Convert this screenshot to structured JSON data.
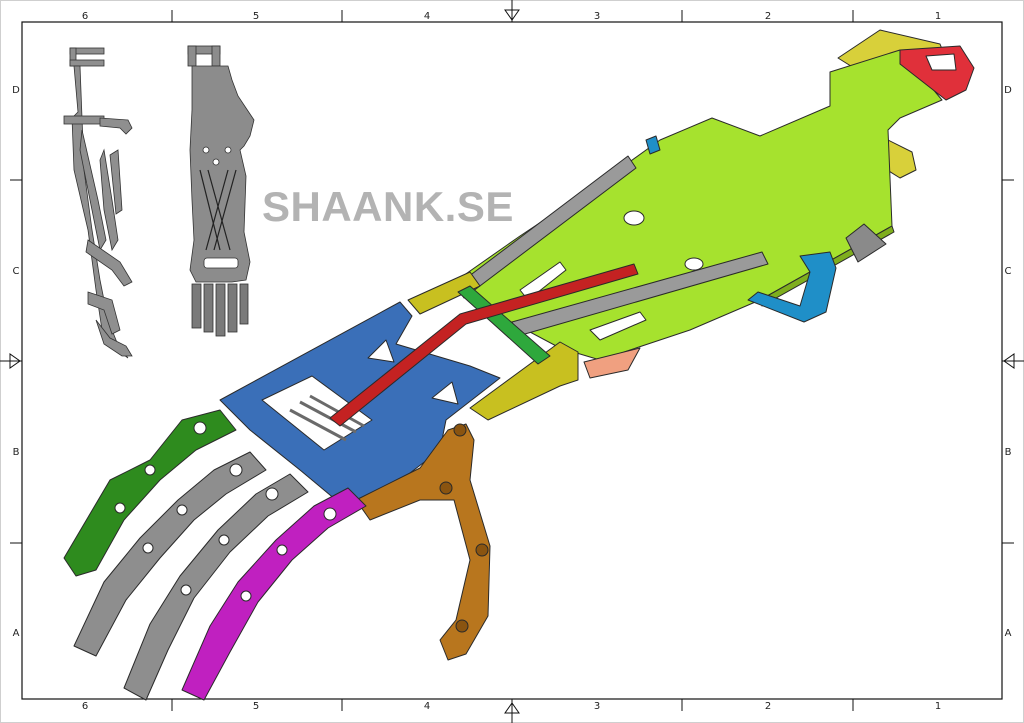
{
  "sheet": {
    "column_labels_top": [
      "6",
      "5",
      "4",
      "3",
      "2",
      "1"
    ],
    "column_labels_bottom": [
      "6",
      "5",
      "4",
      "3",
      "2",
      "1"
    ],
    "row_labels_left": [
      "D",
      "C",
      "B",
      "A"
    ],
    "row_labels_right": [
      "D",
      "C",
      "B",
      "A"
    ]
  },
  "watermark": "SHAANK.SE",
  "colors": {
    "forearm_plate": "#a6e22e",
    "palm_plate": "#3a6fb8",
    "linkage_gray": "#9a9a9a",
    "index_finger": "#2e8b1e",
    "ring_finger": "#c020c0",
    "thumb": "#b8761e",
    "wrist_link": "#c8c020",
    "red_rod": "#c42222",
    "green_bracket": "#2ea83c",
    "cyan_strap": "#1f8fc8",
    "red_cap": "#e0303a",
    "yellow_strap": "#d8d03a",
    "salmon_tab": "#f0a080"
  }
}
